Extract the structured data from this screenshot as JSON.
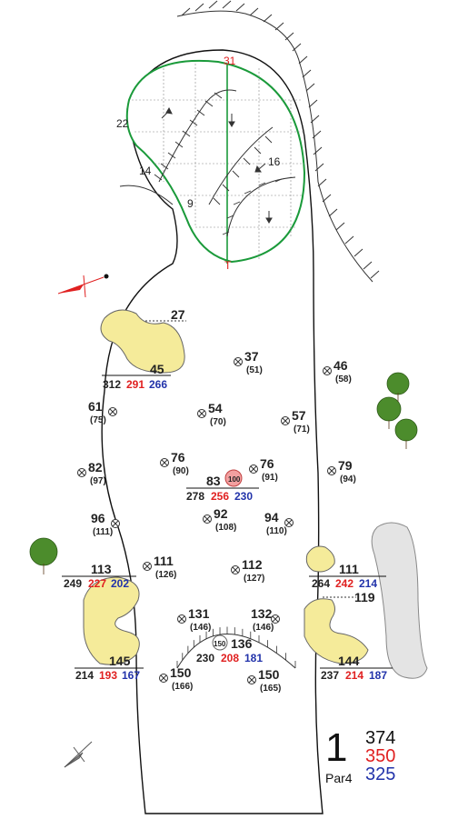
{
  "green_markers": {
    "top": "31",
    "left": "22",
    "ring1": "14",
    "ring2": "9",
    "right": "16"
  },
  "landing_left": {
    "yard": "27",
    "carry": "45",
    "tee": [
      "312",
      "291",
      "266"
    ]
  },
  "markers": [
    {
      "name": "marker-37",
      "yard": "37",
      "sub": "(51)"
    },
    {
      "name": "marker-46",
      "yard": "46",
      "sub": "(58)"
    },
    {
      "name": "marker-61",
      "yard": "61",
      "sub": "(75)"
    },
    {
      "name": "marker-54",
      "yard": "54",
      "sub": "(70)"
    },
    {
      "name": "marker-57",
      "yard": "57",
      "sub": "(71)"
    },
    {
      "name": "marker-76a",
      "yard": "76",
      "sub": "(90)"
    },
    {
      "name": "marker-76b",
      "yard": "76",
      "sub": "(91)"
    },
    {
      "name": "marker-82",
      "yard": "82",
      "sub": "(97)"
    },
    {
      "name": "marker-79",
      "yard": "79",
      "sub": "(94)"
    },
    {
      "name": "marker-92",
      "yard": "92",
      "sub": "(108)"
    },
    {
      "name": "marker-96",
      "yard": "96",
      "sub": "(111)"
    },
    {
      "name": "marker-94",
      "yard": "94",
      "sub": "(110)"
    },
    {
      "name": "marker-111",
      "yard": "111",
      "sub": "(126)"
    },
    {
      "name": "marker-112",
      "yard": "112",
      "sub": "(127)"
    },
    {
      "name": "marker-131",
      "yard": "131",
      "sub": "(146)"
    },
    {
      "name": "marker-132",
      "yard": "132",
      "sub": "(146)"
    },
    {
      "name": "marker-150a",
      "yard": "150",
      "sub": "(166)"
    },
    {
      "name": "marker-150b",
      "yard": "150",
      "sub": "(165)"
    }
  ],
  "center_100": {
    "yard": "83",
    "dot": "100",
    "tee": [
      "278",
      "256",
      "230"
    ]
  },
  "left_bunker": {
    "yard": "113",
    "carry": "145",
    "tee_top": [
      "249",
      "227",
      "202"
    ],
    "tee_bottom": [
      "214",
      "193",
      "167"
    ]
  },
  "right_bunker": {
    "yard": "111",
    "yard2": "119",
    "carry": "144",
    "tee_top": [
      "264",
      "242",
      "214"
    ],
    "tee_bottom": [
      "237",
      "214",
      "187"
    ]
  },
  "center_150": {
    "dot": "150",
    "yard": "136",
    "tee": [
      "230",
      "208",
      "181"
    ]
  },
  "hole": {
    "number": "1",
    "par": "Par4",
    "black": "374",
    "red": "350",
    "blue": "325"
  },
  "colors": {
    "black": "#222222",
    "red": "#e02020",
    "blue": "#2233aa",
    "bunker": "#f5eb9a",
    "green_line": "#1a9a3a",
    "water": "#e4e4e4"
  }
}
